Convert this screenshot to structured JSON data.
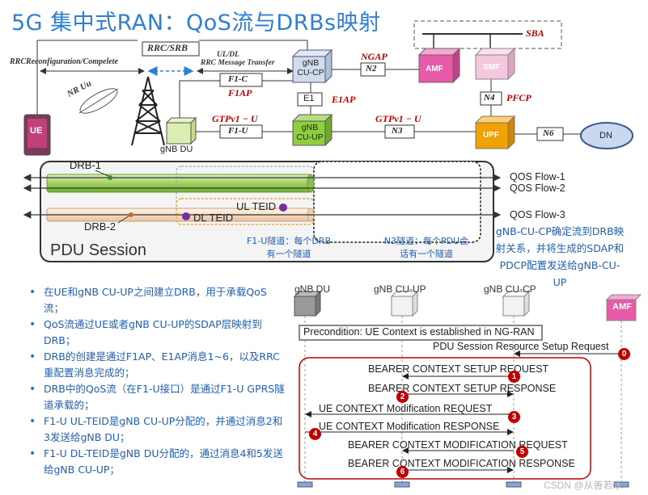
{
  "title": "5G 集中式RAN：QoS流与DRBs映射",
  "top": {
    "rrc_srb": "RRC/SRB",
    "rrc_reconfig": "RRCReconfiguration/Compelete",
    "uldl": "UL/DL",
    "rrc_msg_transfer": "RRC Message Transfer",
    "nr_uu": "NR Uu",
    "f1c": "F1-C",
    "f1ap": "F1AP",
    "gtpu1": "GTPv1 − U",
    "f1u": "F1-U",
    "gtpu2": "GTPv1 − U",
    "n3": "N3",
    "ngap": "NGAP",
    "n2": "N2",
    "sba": "SBA",
    "n4": "N4",
    "pfcp": "PFCP",
    "n6": "N6",
    "e1": "E1",
    "e1ap": "E1AP"
  },
  "nodes": {
    "ue": "UE",
    "gnb_du": "gNB DU",
    "gnb_cu_cp": "gNB\nCU-CP",
    "gnb_cu_up": "gNB\nCU-UP",
    "amf": "AMF",
    "smf": "SMF",
    "upf": "UPF",
    "dn": "DN"
  },
  "colors": {
    "title_blue": "#2f7fd1",
    "accent_red": "#c00000",
    "green": "#8fcf3c",
    "pink": "#e85aa8",
    "orange": "#f2a200",
    "note_blue": "#1f5fb4"
  },
  "pdu": {
    "drb1": "DRB-1",
    "drb2": "DRB-2",
    "ul_teid": "UL TEID",
    "dl_teid": "DL TEID",
    "session": "PDU Session",
    "qos1": "QOS Flow-1",
    "qos2": "QOS Flow-2",
    "qos3": "QOS Flow-3",
    "f1u_note": "F1-U隧道：每个DRB\n有一个隧道",
    "n3_note": "N3隧道：每个PDU会\n话有一个隧道"
  },
  "right_note": "gNB-CU-CP确定流到DRB映射关系，并将生成的SDAP和PDCP配置发送给gNB-CU-UP",
  "bullets": [
    "在UE和gNB CU-UP之间建立DRB，用于承载QoS流；",
    "QoS流通过UE或者gNB CU-UP的SDAP层映射到DRB；",
    "DRB的创建是通过F1AP、E1AP消息1~6，以及RRC重配置消息完成的；",
    "DRB中的QoS流（在F1-U接口）是通过F1-U GPRS隧道承载的；",
    "F1-U UL-TEID是gNB CU-UP分配的，并通过消息2和3发送给gNB DU；",
    "F1-U DL-TEID是gNB DU分配的，通过消息4和5发送给gNB CU-UP；"
  ],
  "sequence": {
    "gnb_du": "gNB DU",
    "cu_up": "gNB CU-UP",
    "cu_cp": "gNB CU-CP",
    "amf": "AMF",
    "precondition": "Precondition: UE Context is established in NG-RAN",
    "messages": [
      {
        "n": "0",
        "text": "PDU Session Resource Setup Request"
      },
      {
        "n": "1",
        "text": "BEARER CONTEXT SETUP REQUEST"
      },
      {
        "n": "2",
        "text": "BEARER CONTEXT SETUP RESPONSE"
      },
      {
        "n": "3",
        "text": "UE CONTEXT Modification REQUEST"
      },
      {
        "n": "4",
        "text": "UE CONTEXT Modification RESPONSE"
      },
      {
        "n": "5",
        "text": "BEARER CONTEXT MODIFICATION REQUEST"
      },
      {
        "n": "6",
        "text": "BEARER CONTEXT MODIFICATION  RESPONSE"
      }
    ]
  },
  "watermark": "CSDN @从善若水"
}
